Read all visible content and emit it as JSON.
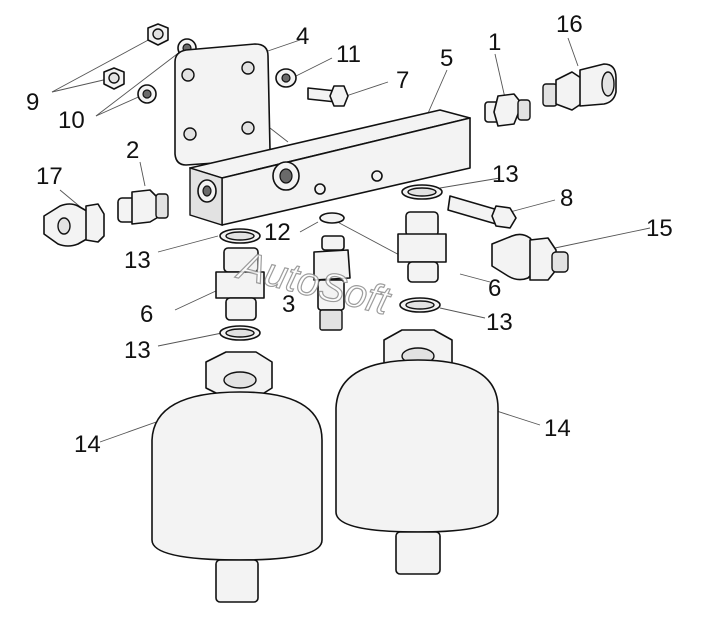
{
  "callouts": {
    "c1": "1",
    "c2": "2",
    "c3": "3",
    "c4": "4",
    "c5": "5",
    "c6a": "6",
    "c6b": "6",
    "c7": "7",
    "c8": "8",
    "c9": "9",
    "c10": "10",
    "c11": "11",
    "c12": "12",
    "c13a": "13",
    "c13b": "13",
    "c13c": "13",
    "c13d": "13",
    "c14a": "14",
    "c14b": "14",
    "c15": "15",
    "c16": "16",
    "c17": "17"
  },
  "watermark": "AutoSoft",
  "colors": {
    "line": "#111111",
    "fill": "#f3f3f3",
    "watermark_stroke": "#8c8c8c"
  }
}
